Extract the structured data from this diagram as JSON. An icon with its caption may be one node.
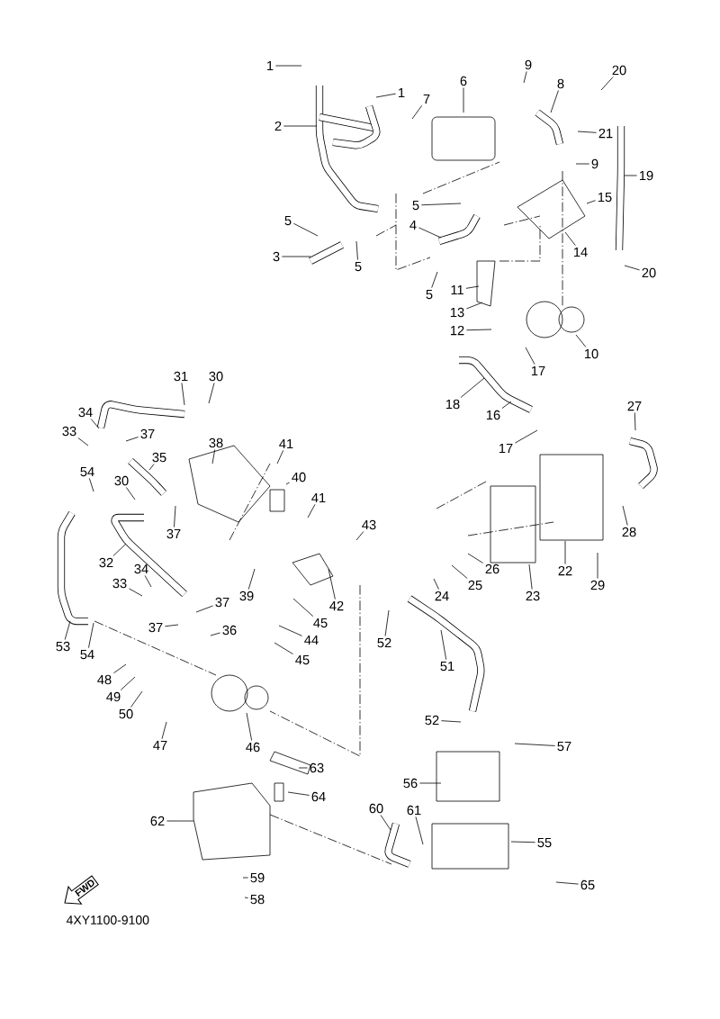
{
  "diagram": {
    "nodes": [
      {
        "text": [
          "1"
        ]
      },
      {
        "text": [
          "1"
        ]
      },
      {
        "text": [
          "2"
        ]
      },
      {
        "text": [
          "3"
        ]
      },
      {
        "text": [
          "4"
        ]
      },
      {
        "text": [
          "5"
        ]
      },
      {
        "text": [
          "5"
        ]
      },
      {
        "text": [
          "5"
        ]
      },
      {
        "text": [
          "5"
        ]
      },
      {
        "text": [
          "6"
        ]
      },
      {
        "text": [
          "7"
        ]
      },
      {
        "text": [
          "8"
        ]
      },
      {
        "text": [
          "9"
        ]
      },
      {
        "text": [
          "9"
        ]
      },
      {
        "text": [
          "10"
        ]
      },
      {
        "text": [
          "11"
        ]
      },
      {
        "text": [
          "12"
        ]
      },
      {
        "text": [
          "13"
        ]
      },
      {
        "text": [
          "14"
        ]
      },
      {
        "text": [
          "15"
        ]
      },
      {
        "text": [
          "16"
        ]
      },
      {
        "text": [
          "17"
        ]
      },
      {
        "text": [
          "17"
        ]
      },
      {
        "text": [
          "18"
        ]
      },
      {
        "text": [
          "19"
        ]
      },
      {
        "text": [
          "20"
        ]
      },
      {
        "text": [
          "20"
        ]
      },
      {
        "text": [
          "21"
        ]
      },
      {
        "text": [
          "22"
        ]
      },
      {
        "text": [
          "23"
        ]
      },
      {
        "text": [
          "24"
        ]
      },
      {
        "text": [
          "25"
        ]
      },
      {
        "text": [
          "26"
        ]
      },
      {
        "text": [
          "27"
        ]
      },
      {
        "text": [
          "28"
        ]
      },
      {
        "text": [
          "29"
        ]
      },
      {
        "text": [
          "30"
        ]
      },
      {
        "text": [
          "30"
        ]
      },
      {
        "text": [
          "31"
        ]
      },
      {
        "text": [
          "32"
        ]
      },
      {
        "text": [
          "33"
        ]
      },
      {
        "text": [
          "33"
        ]
      },
      {
        "text": [
          "34"
        ]
      },
      {
        "text": [
          "34"
        ]
      },
      {
        "text": [
          "35"
        ]
      },
      {
        "text": [
          "36"
        ]
      },
      {
        "text": [
          "37"
        ]
      },
      {
        "text": [
          "37"
        ]
      },
      {
        "text": [
          "37"
        ]
      },
      {
        "text": [
          "37"
        ]
      },
      {
        "text": [
          "38"
        ]
      },
      {
        "text": [
          "39"
        ]
      },
      {
        "text": [
          "40"
        ]
      },
      {
        "text": [
          "41"
        ]
      },
      {
        "text": [
          "41"
        ]
      },
      {
        "text": [
          "42"
        ]
      },
      {
        "text": [
          "43"
        ]
      },
      {
        "text": [
          "44"
        ]
      },
      {
        "text": [
          "45"
        ]
      },
      {
        "text": [
          "45"
        ]
      },
      {
        "text": [
          "46"
        ]
      },
      {
        "text": [
          "47"
        ]
      },
      {
        "text": [
          "48"
        ]
      },
      {
        "text": [
          "49"
        ]
      },
      {
        "text": [
          "50"
        ]
      },
      {
        "text": [
          "51"
        ]
      },
      {
        "text": [
          "52"
        ]
      },
      {
        "text": [
          "52"
        ]
      },
      {
        "text": [
          "53"
        ]
      },
      {
        "text": [
          "54"
        ]
      },
      {
        "text": [
          "54"
        ]
      },
      {
        "text": [
          "55"
        ]
      },
      {
        "text": [
          "56"
        ]
      },
      {
        "text": [
          "57"
        ]
      },
      {
        "text": [
          "58"
        ]
      },
      {
        "text": [
          "59"
        ]
      },
      {
        "text": [
          "60"
        ]
      },
      {
        "text": [
          "61"
        ]
      },
      {
        "text": [
          "62"
        ]
      },
      {
        "text": [
          "63"
        ]
      },
      {
        "text": [
          "64"
        ]
      },
      {
        "text": [
          "65"
        ]
      }
    ],
    "edges": [
      {
        "from": 0,
        "to": null,
        "arrow": "none"
      },
      {
        "from": 1,
        "to": null,
        "arrow": "none"
      },
      {
        "from": 2,
        "to": null,
        "arrow": "none"
      },
      {
        "from": 3,
        "to": null,
        "arrow": "none"
      },
      {
        "from": 4,
        "to": null,
        "arrow": "none"
      },
      {
        "from": 5,
        "to": null,
        "arrow": "none"
      },
      {
        "from": 6,
        "to": null,
        "arrow": "none"
      },
      {
        "from": 7,
        "to": null,
        "arrow": "none"
      },
      {
        "from": 8,
        "to": null,
        "arrow": "none"
      },
      {
        "from": 9,
        "to": null,
        "arrow": "none"
      },
      {
        "from": 10,
        "to": null,
        "arrow": "none"
      },
      {
        "from": 11,
        "to": null,
        "arrow": "none"
      },
      {
        "from": 12,
        "to": null,
        "arrow": "none"
      },
      {
        "from": 13,
        "to": null,
        "arrow": "none"
      },
      {
        "from": 14,
        "to": null,
        "arrow": "none"
      },
      {
        "from": 15,
        "to": null,
        "arrow": "none"
      },
      {
        "from": 16,
        "to": null,
        "arrow": "none"
      },
      {
        "from": 17,
        "to": null,
        "arrow": "none"
      },
      {
        "from": 18,
        "to": null,
        "arrow": "none"
      },
      {
        "from": 19,
        "to": null,
        "arrow": "none"
      },
      {
        "from": 20,
        "to": null,
        "arrow": "none"
      },
      {
        "from": 21,
        "to": null,
        "arrow": "none"
      },
      {
        "from": 22,
        "to": null,
        "arrow": "none"
      },
      {
        "from": 23,
        "to": null,
        "arrow": "none"
      },
      {
        "from": 24,
        "to": null,
        "arrow": "none"
      },
      {
        "from": 25,
        "to": null,
        "arrow": "none"
      },
      {
        "from": 26,
        "to": null,
        "arrow": "none"
      },
      {
        "from": 27,
        "to": null,
        "arrow": "none"
      },
      {
        "from": 28,
        "to": null,
        "arrow": "none"
      },
      {
        "from": 29,
        "to": null,
        "arrow": "none"
      },
      {
        "from": 30,
        "to": null,
        "arrow": "none"
      },
      {
        "from": 31,
        "to": null,
        "arrow": "none"
      },
      {
        "from": 32,
        "to": null,
        "arrow": "none"
      },
      {
        "from": 33,
        "to": null,
        "arrow": "none"
      },
      {
        "from": 34,
        "to": null,
        "arrow": "none"
      },
      {
        "from": 35,
        "to": null,
        "arrow": "none"
      },
      {
        "from": 36,
        "to": null,
        "arrow": "none"
      },
      {
        "from": 37,
        "to": null,
        "arrow": "none"
      },
      {
        "from": 38,
        "to": null,
        "arrow": "none"
      },
      {
        "from": 39,
        "to": null,
        "arrow": "none"
      },
      {
        "from": 40,
        "to": null,
        "arrow": "none"
      },
      {
        "from": 41,
        "to": null,
        "arrow": "none"
      },
      {
        "from": 42,
        "to": null,
        "arrow": "none"
      },
      {
        "from": 43,
        "to": null,
        "arrow": "none"
      },
      {
        "from": 44,
        "to": null,
        "arrow": "none"
      },
      {
        "from": 45,
        "to": null,
        "arrow": "none"
      },
      {
        "from": 46,
        "to": null,
        "arrow": "none"
      },
      {
        "from": 47,
        "to": null,
        "arrow": "none"
      },
      {
        "from": 48,
        "to": null,
        "arrow": "none"
      },
      {
        "from": 49,
        "to": null,
        "arrow": "none"
      },
      {
        "from": 50,
        "to": null,
        "arrow": "none"
      },
      {
        "from": 51,
        "to": null,
        "arrow": "none"
      },
      {
        "from": 52,
        "to": null,
        "arrow": "none"
      },
      {
        "from": 53,
        "to": null,
        "arrow": "none"
      },
      {
        "from": 54,
        "to": null,
        "arrow": "none"
      },
      {
        "from": 55,
        "to": null,
        "arrow": "none"
      },
      {
        "from": 56,
        "to": null,
        "arrow": "none"
      },
      {
        "from": 57,
        "to": null,
        "arrow": "none"
      },
      {
        "from": 58,
        "to": null,
        "arrow": "none"
      },
      {
        "from": 59,
        "to": null,
        "arrow": "none"
      },
      {
        "from": 60,
        "to": null,
        "arrow": "none"
      },
      {
        "from": 61,
        "to": null,
        "arrow": "none"
      },
      {
        "from": 62,
        "to": null,
        "arrow": "none"
      },
      {
        "from": 63,
        "to": null,
        "arrow": "none"
      },
      {
        "from": 64,
        "to": null,
        "arrow": "none"
      },
      {
        "from": 65,
        "to": null,
        "arrow": "none"
      },
      {
        "from": 66,
        "to": null,
        "arrow": "none"
      },
      {
        "from": 67,
        "to": null,
        "arrow": "none"
      },
      {
        "from": 68,
        "to": null,
        "arrow": "none"
      },
      {
        "from": 69,
        "to": null,
        "arrow": "none"
      },
      {
        "from": 70,
        "to": null,
        "arrow": "none"
      },
      {
        "from": 71,
        "to": null,
        "arrow": "none"
      },
      {
        "from": 72,
        "to": null,
        "arrow": "none"
      },
      {
        "from": 73,
        "to": null,
        "arrow": "none"
      },
      {
        "from": 74,
        "to": null,
        "arrow": "none"
      },
      {
        "from": 75,
        "to": null,
        "arrow": "none"
      },
      {
        "from": 76,
        "to": null,
        "arrow": "none"
      },
      {
        "from": 77,
        "to": null,
        "arrow": "none"
      },
      {
        "from": 78,
        "to": null,
        "arrow": "none"
      },
      {
        "from": 79,
        "to": null,
        "arrow": "none"
      },
      {
        "from": 80,
        "to": null,
        "arrow": "none"
      },
      {
        "from": 81,
        "to": null,
        "arrow": "none"
      }
    ],
    "labels": [
      "FWD",
      "4XY1100-9100"
    ]
  }
}
